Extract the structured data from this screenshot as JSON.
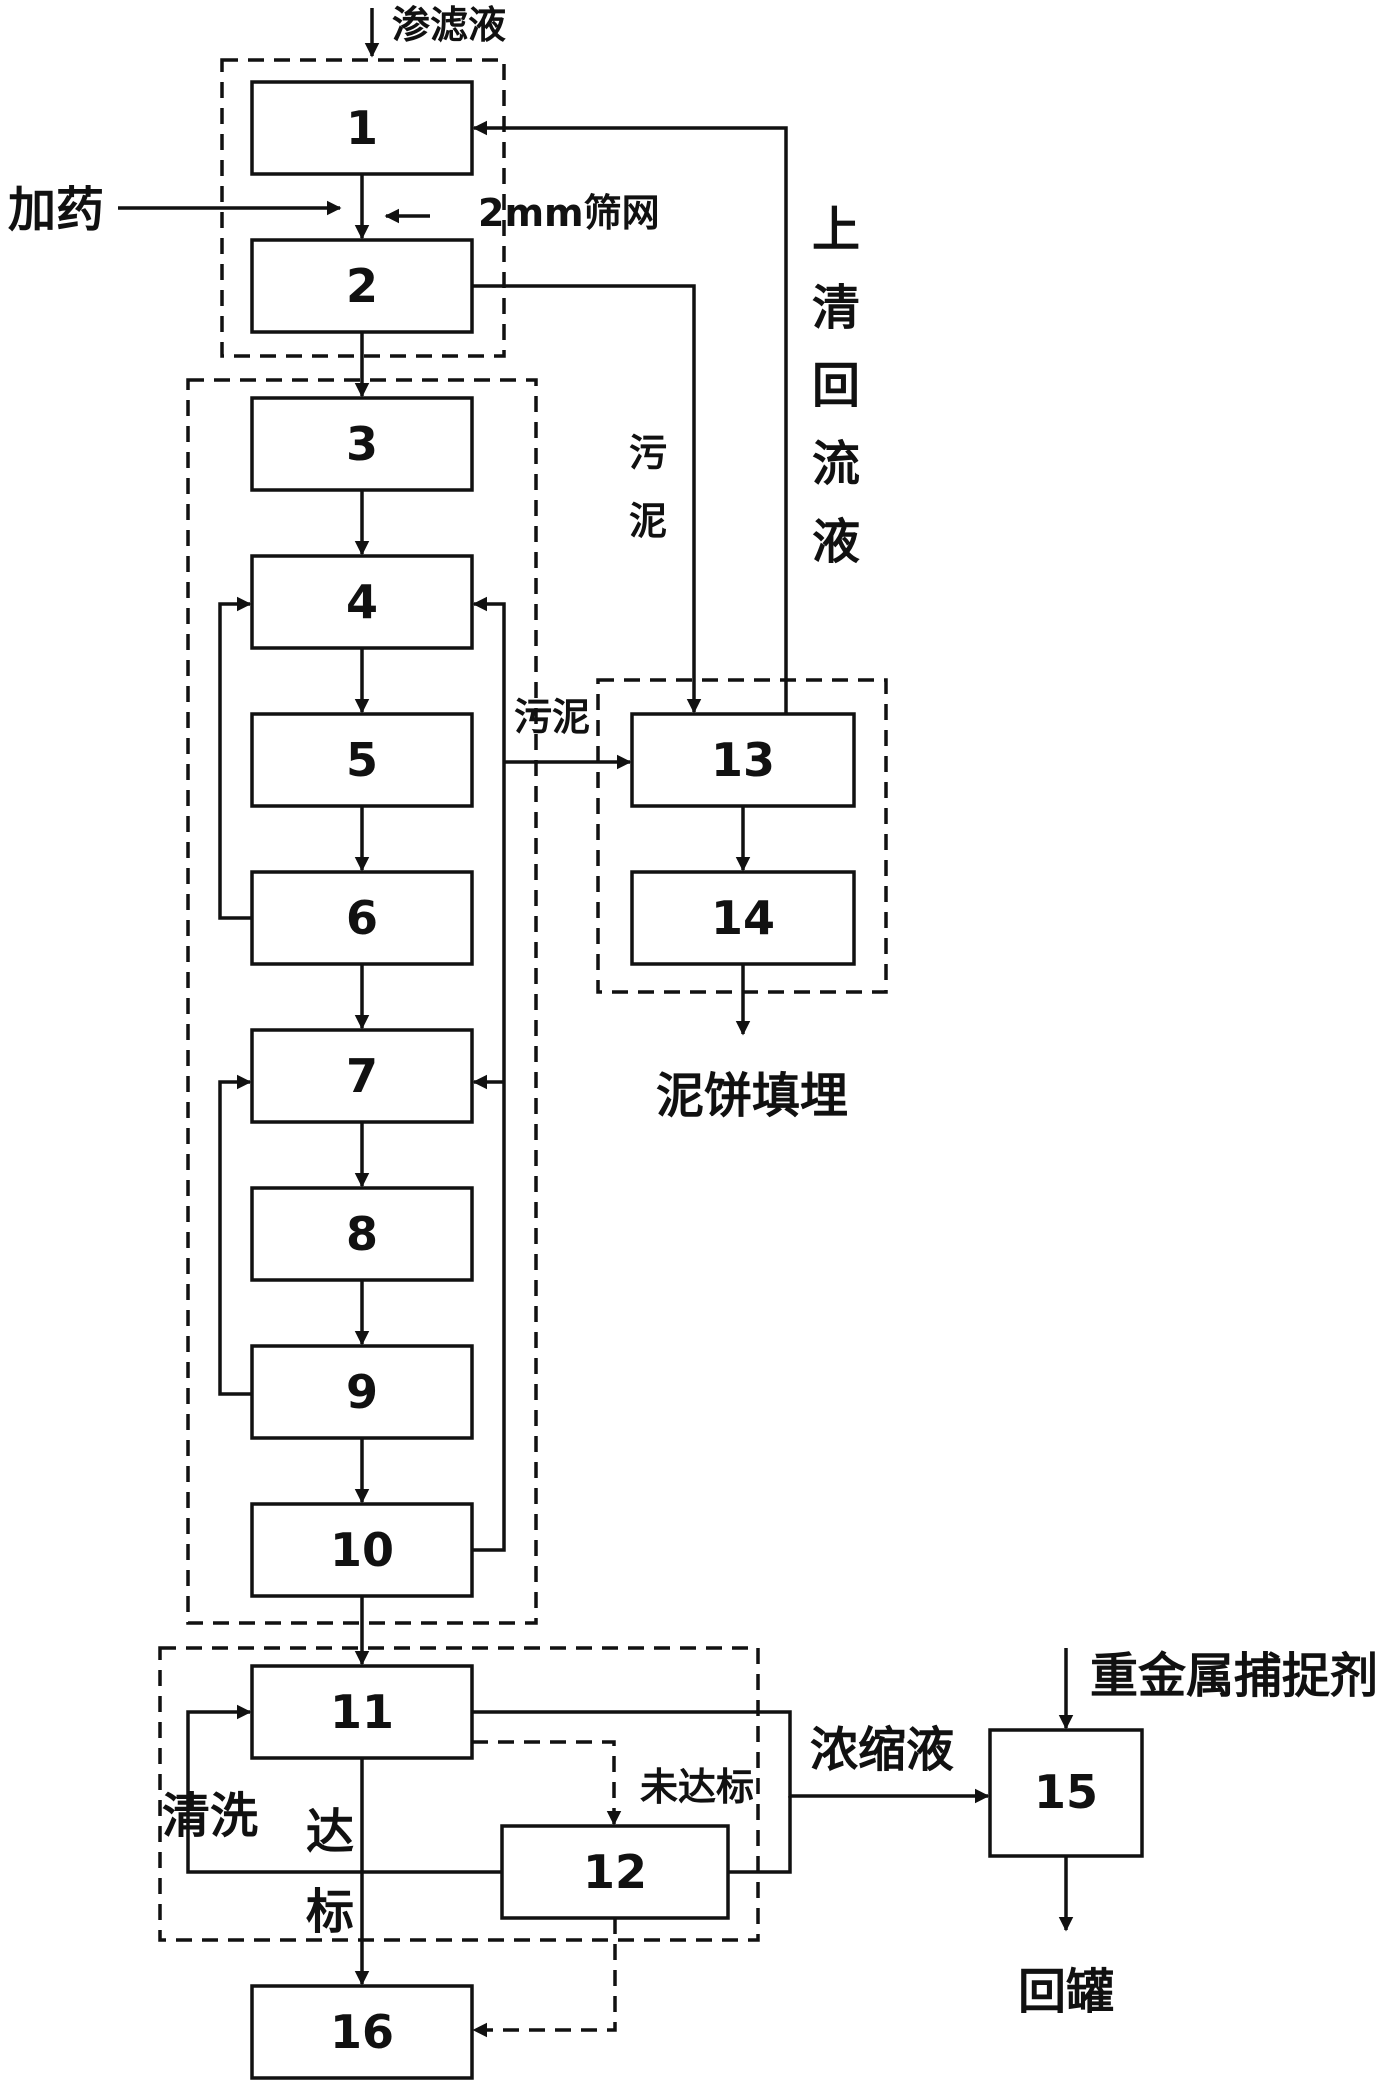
{
  "boxes": [
    "1",
    "2",
    "3",
    "4",
    "5",
    "6",
    "7",
    "8",
    "9",
    "10",
    "11",
    "12",
    "13",
    "14",
    "15",
    "16"
  ],
  "labels": {
    "leachate": "渗滤液",
    "dosing": "加药",
    "screen": "2mm筛网",
    "supernatant_return": [
      "上",
      "清",
      "回",
      "流",
      "液"
    ],
    "sludge_vertical": [
      "污",
      "泥"
    ],
    "sludge_horizontal": "污泥",
    "mud_cake_landfill": "泥饼填埋",
    "heavy_metal_agent": "重金属捕捉剂",
    "concentrate": "浓缩液",
    "not_up_to_standard": "未达标",
    "cleaning": "清洗",
    "up_to_standard": [
      "达",
      "标"
    ],
    "back_to_tank": "回罐"
  }
}
